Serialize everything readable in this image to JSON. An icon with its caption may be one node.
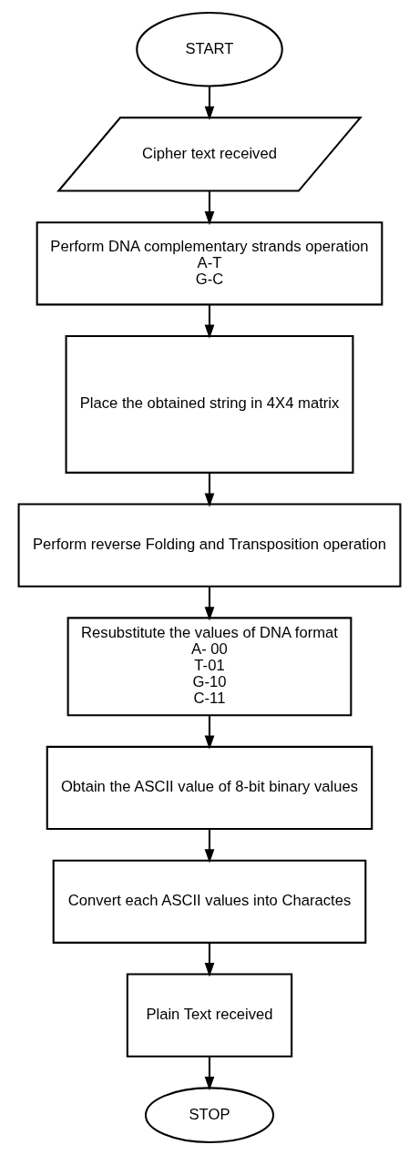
{
  "diagram": {
    "nodes": [
      {
        "text": [
          "START"
        ]
      },
      {
        "text": [
          "Cipher text received"
        ]
      },
      {
        "text": [
          "Perform DNA complementary strands operation",
          "A-T",
          "G-C"
        ]
      },
      {
        "text": [
          "Place the obtained string in 4X4 matrix"
        ]
      },
      {
        "text": [
          "Perform reverse Folding and Transposition operation"
        ]
      },
      {
        "text": [
          "Resubstitute the values of DNA format",
          "A- 00",
          "T-01",
          "G-10",
          "C-11"
        ]
      },
      {
        "text": [
          "Obtain the ASCII value of 8-bit binary values"
        ]
      },
      {
        "text": [
          "Convert each ASCII values into Charactes"
        ]
      },
      {
        "text": [
          "Plain Text received"
        ]
      },
      {
        "text": [
          "STOP"
        ]
      }
    ],
    "edges": [
      {
        "from": 0,
        "to": 1,
        "arrow": "to"
      },
      {
        "from": 1,
        "to": 2,
        "arrow": "to"
      },
      {
        "from": 2,
        "to": 3,
        "arrow": "to"
      },
      {
        "from": 3,
        "to": 4,
        "arrow": "to"
      },
      {
        "from": 4,
        "to": 5,
        "arrow": "to"
      },
      {
        "from": 5,
        "to": 6,
        "arrow": "to"
      },
      {
        "from": 6,
        "to": 7,
        "arrow": "to"
      },
      {
        "from": 7,
        "to": 8,
        "arrow": "to"
      },
      {
        "from": 8,
        "to": 9,
        "arrow": "to"
      }
    ]
  }
}
